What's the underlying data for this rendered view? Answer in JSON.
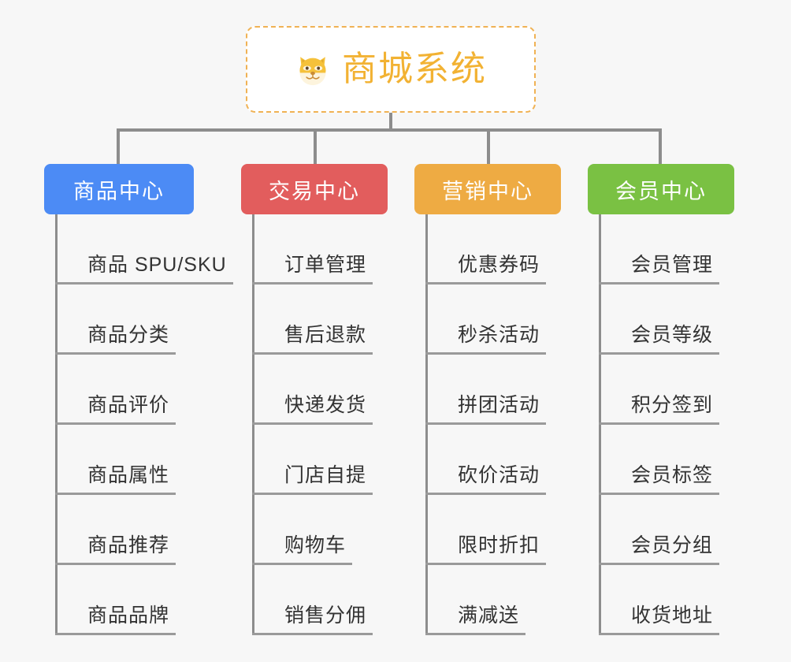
{
  "root": {
    "title": "商城系统",
    "icon": "shiba-dog-face-icon",
    "text_color": "#f2b233",
    "border_color": "#f0b254",
    "background": "#ffffff"
  },
  "canvas": {
    "background": "#f7f7f7",
    "line_color": "#8d8d8d"
  },
  "branches": [
    {
      "label": "商品中心",
      "color": "#4c8bf5",
      "items": [
        "商品 SPU/SKU",
        "商品分类",
        "商品评价",
        "商品属性",
        "商品推荐",
        "商品品牌"
      ]
    },
    {
      "label": "交易中心",
      "color": "#e25d5d",
      "items": [
        "订单管理",
        "售后退款",
        "快递发货",
        "门店自提",
        "购物车",
        "销售分佣"
      ]
    },
    {
      "label": "营销中心",
      "color": "#eeab43",
      "items": [
        "优惠券码",
        "秒杀活动",
        "拼团活动",
        "砍价活动",
        "限时折扣",
        "满减送"
      ]
    },
    {
      "label": "会员中心",
      "color": "#7ac143",
      "items": [
        "会员管理",
        "会员等级",
        "积分签到",
        "会员标签",
        "会员分组",
        "收货地址"
      ]
    }
  ]
}
